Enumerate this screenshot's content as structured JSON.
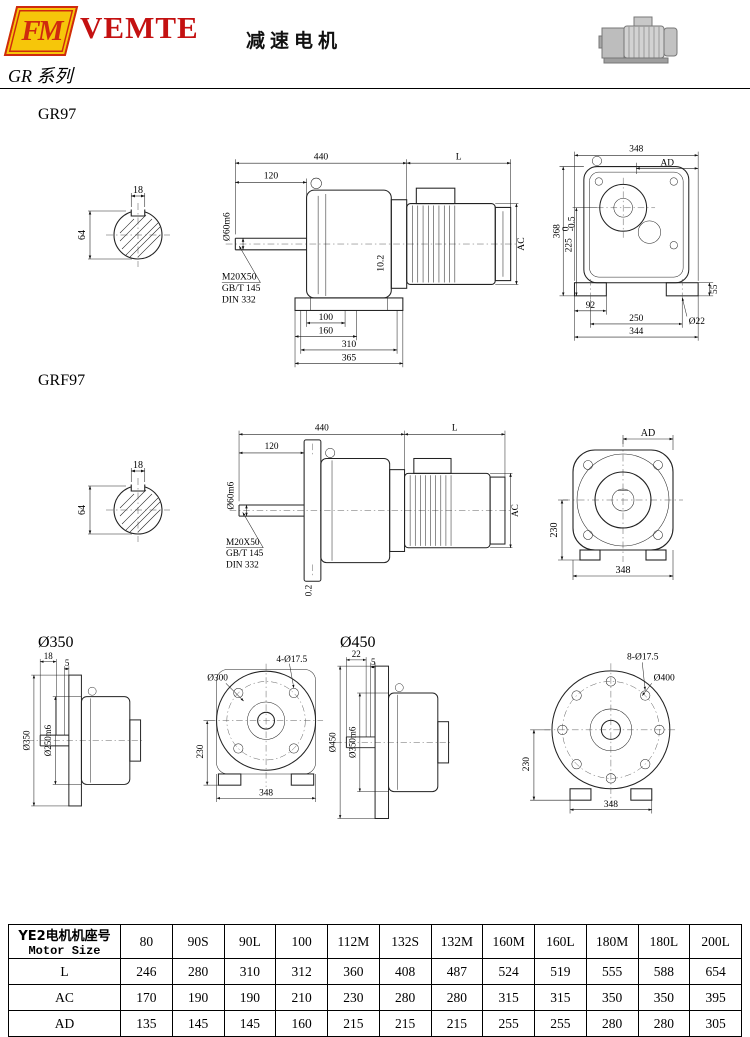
{
  "header": {
    "logo_text": "FM",
    "brand": "VEMTE",
    "title": "减速电机",
    "series": "GR 系列"
  },
  "gr97": {
    "label": "GR97",
    "shaft": {
      "key_w": "18",
      "dia": "64"
    },
    "side": {
      "len440": "440",
      "lenL": "L",
      "len120": "120",
      "shaft_dia": "Ø60m6",
      "tap": "M20X50",
      "std1": "GB/T 145",
      "std2": "DIN 332",
      "b100": "100",
      "b160": "160",
      "b310": "310",
      "b365": "365",
      "off": "10.2",
      "ac": "AC"
    },
    "front": {
      "w348": "348",
      "ad": "AD",
      "h368": "368",
      "h225": "225",
      "tol_hi": "0",
      "tol_lo": "-0.5",
      "b92": "92",
      "b250": "250",
      "b344": "344",
      "h55": "55",
      "hole": "Ø22"
    }
  },
  "grf97": {
    "label": "GRF97",
    "shaft": {
      "key_w": "18",
      "dia": "64"
    },
    "side": {
      "len440": "440",
      "lenL": "L",
      "len120": "120",
      "shaft_dia": "Ø60m6",
      "tap": "M20X50",
      "std1": "GB/T 145",
      "std2": "DIN 332",
      "off": "0.2",
      "ac": "AC"
    },
    "front": {
      "ad": "AD",
      "h230": "230",
      "w348": "348"
    }
  },
  "f350": {
    "label": "Ø350",
    "side": {
      "t18": "18",
      "t5": "5",
      "flange_dia": "Ø350",
      "spigot_dia": "Ø250m6"
    },
    "front": {
      "holes": "4-Ø17.5",
      "bolt_circle": "Ø300",
      "h230": "230",
      "w348": "348"
    }
  },
  "f450": {
    "label": "Ø450",
    "side": {
      "t22": "22",
      "t5": "5",
      "flange_dia": "Ø450",
      "spigot_dia": "Ø350m6"
    },
    "front": {
      "holes": "8-Ø17.5",
      "bolt_circle": "Ø400",
      "h230": "230",
      "w348": "348"
    }
  },
  "table": {
    "header_cn": "YE2电机机座号",
    "header_en": "Motor Size",
    "sizes": [
      "80",
      "90S",
      "90L",
      "100",
      "112M",
      "132S",
      "132M",
      "160M",
      "160L",
      "180M",
      "180L",
      "200L"
    ],
    "rows": [
      {
        "label": "L",
        "values": [
          "246",
          "280",
          "310",
          "312",
          "360",
          "408",
          "487",
          "524",
          "519",
          "555",
          "588",
          "654"
        ]
      },
      {
        "label": "AC",
        "values": [
          "170",
          "190",
          "190",
          "210",
          "230",
          "280",
          "280",
          "315",
          "315",
          "350",
          "350",
          "395"
        ]
      },
      {
        "label": "AD",
        "values": [
          "135",
          "145",
          "145",
          "160",
          "215",
          "215",
          "215",
          "255",
          "255",
          "280",
          "280",
          "305"
        ]
      }
    ]
  }
}
